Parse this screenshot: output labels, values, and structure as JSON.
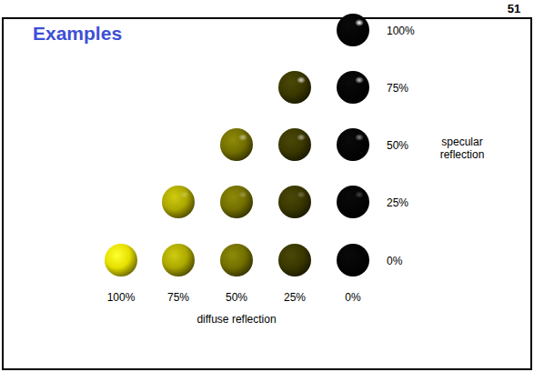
{
  "diagram": {
    "title": "Examples",
    "labels": [
      "51",
      "100%",
      "75%",
      "50%",
      "25%",
      "0%",
      "specular reflection",
      "100%",
      "75%",
      "50%",
      "25%",
      "0%",
      "diffuse reflection"
    ]
  }
}
